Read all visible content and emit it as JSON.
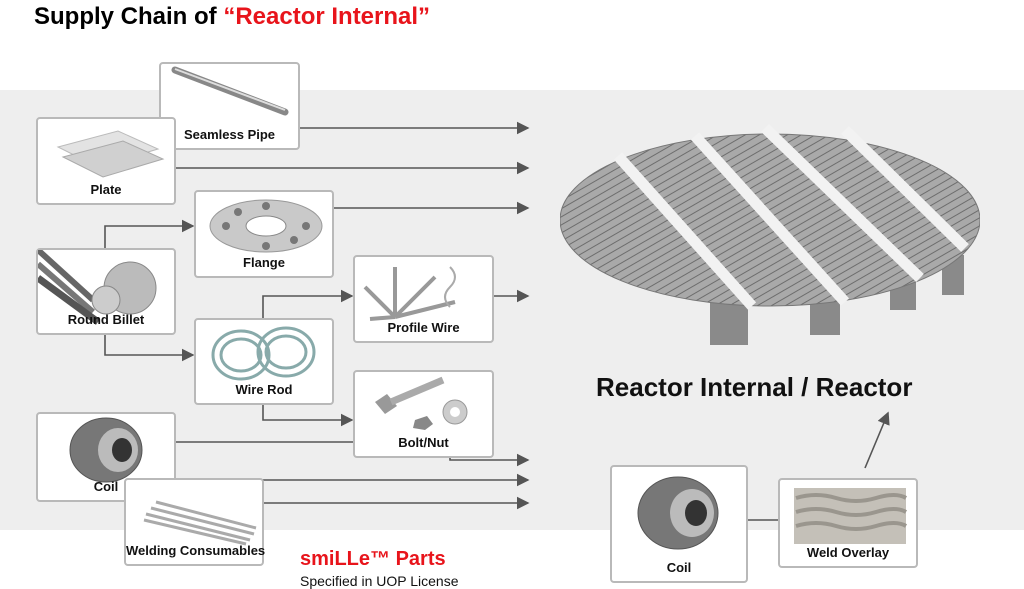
{
  "title": {
    "prefix": "Supply Chain of ",
    "highlight": "“Reactor Internal”"
  },
  "colors": {
    "accent": "#e8141b",
    "band": "#eeeeee",
    "connector": "#555555",
    "card_border": "#b9b9b9"
  },
  "items": {
    "seamless_pipe": "Seamless Pipe",
    "plate": "Plate",
    "flange": "Flange",
    "round_billet": "Round Billet",
    "profile_wire": "Profile Wire",
    "wire_rod": "Wire Rod",
    "bolt_nut": "Bolt/Nut",
    "coil_left": "Coil",
    "welding_consumables": "Welding Consumables",
    "coil_right": "Coil",
    "weld_overlay": "Weld Overlay"
  },
  "product": "Reactor Internal / Reactor",
  "brand": {
    "name": "smiLLe™ Parts",
    "note": "Specified in UOP License"
  }
}
